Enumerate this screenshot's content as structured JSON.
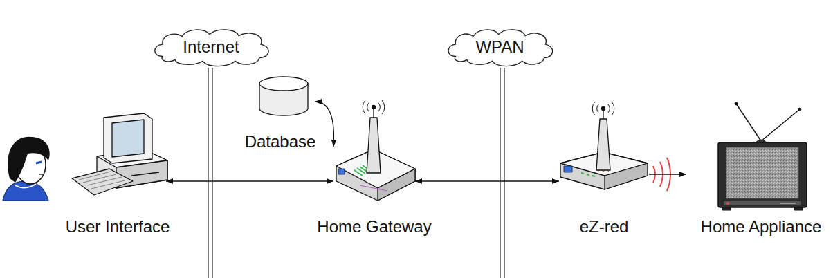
{
  "diagram": {
    "nodes": [
      {
        "text": [
          "Internet"
        ]
      },
      {
        "text": [
          "WPAN"
        ]
      },
      {
        "text": [
          "Database"
        ]
      },
      {
        "text": [
          "User Interface"
        ]
      },
      {
        "text": [
          "Home Gateway"
        ]
      },
      {
        "text": [
          "eZ-red"
        ]
      },
      {
        "text": [
          "Home Appliance"
        ]
      }
    ],
    "edges": [
      {
        "from": 3,
        "to": 4,
        "arrow": "both"
      },
      {
        "from": 2,
        "to": 4,
        "arrow": "both"
      },
      {
        "from": 4,
        "to": 5,
        "arrow": "both"
      },
      {
        "from": 5,
        "to": 6,
        "arrow": "to"
      }
    ]
  }
}
